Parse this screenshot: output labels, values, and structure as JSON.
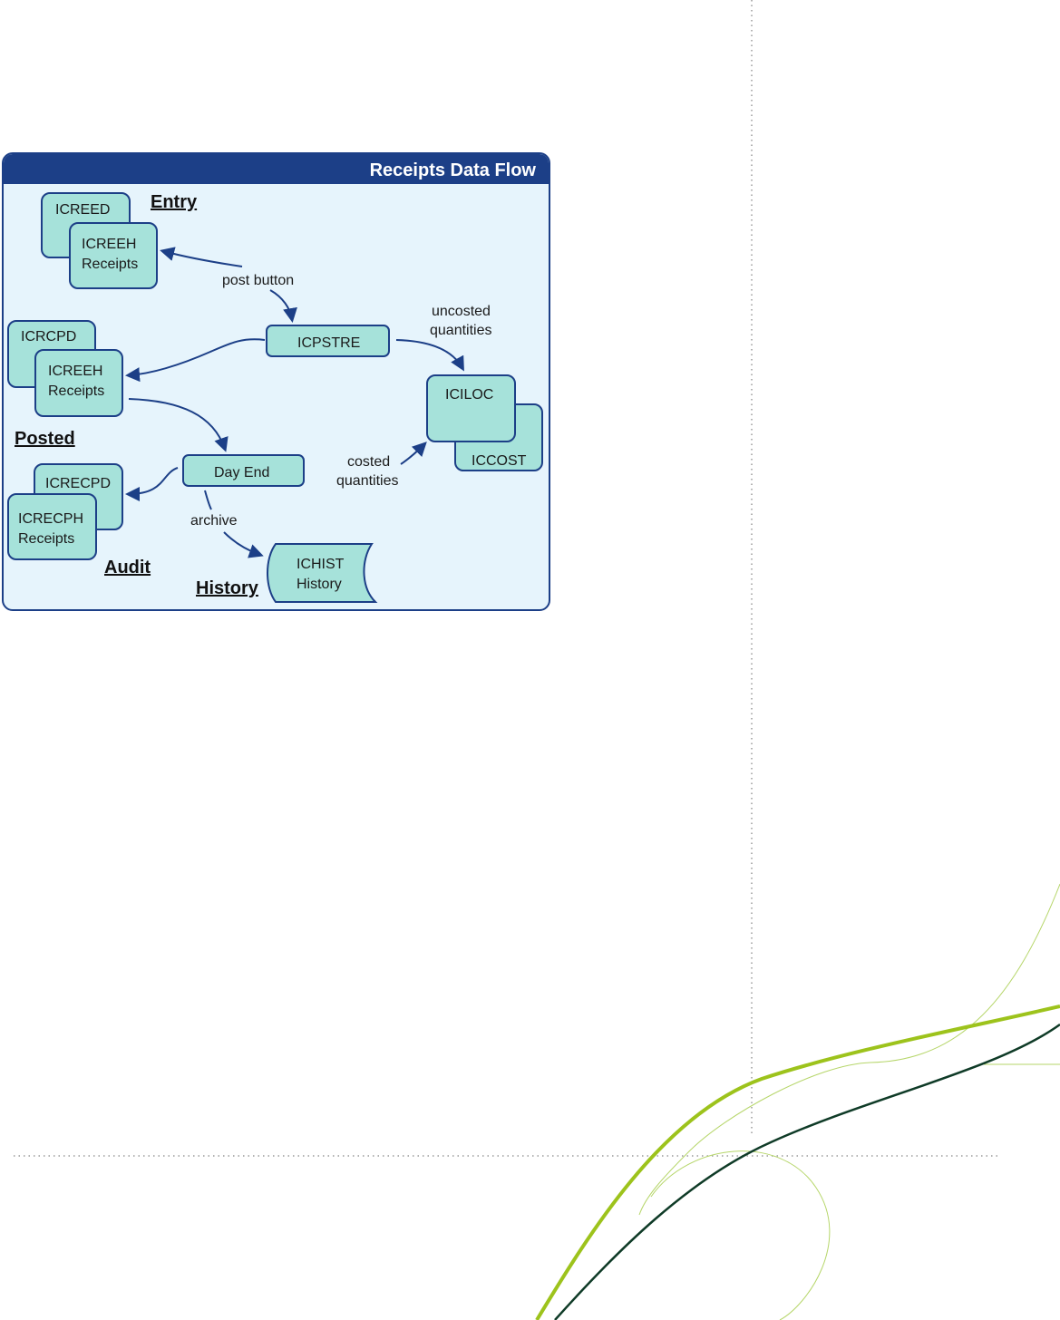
{
  "diagram": {
    "title": "Receipts Data Flow",
    "sections": {
      "entry": "Entry",
      "posted": "Posted",
      "audit": "Audit",
      "history": "History"
    },
    "nodes": {
      "icreed": "ICREED",
      "icreeh_entry_1": "ICREEH",
      "icreeh_entry_2": "Receipts",
      "icrcpd": "ICRCPD",
      "icreeh_posted_1": "ICREEH",
      "icreeh_posted_2": "Receipts",
      "icpstre": "ICPSTRE",
      "iciloc": "ICILOC",
      "iccost": "ICCOST",
      "day_end": "Day End",
      "icrecpd": "ICRECPD",
      "icrecph_1": "ICRECPH",
      "icrecph_2": "Receipts",
      "ichist_1": "ICHIST",
      "ichist_2": "History"
    },
    "edge_labels": {
      "post_button": "post button",
      "uncosted_1": "uncosted",
      "uncosted_2": "quantities",
      "costed_1": "costed",
      "costed_2": "quantities",
      "archive": "archive"
    },
    "colors": {
      "accent": "#1c3f87",
      "node_fill": "#a6e2da",
      "panel_fill": "#e6f4fc"
    }
  }
}
